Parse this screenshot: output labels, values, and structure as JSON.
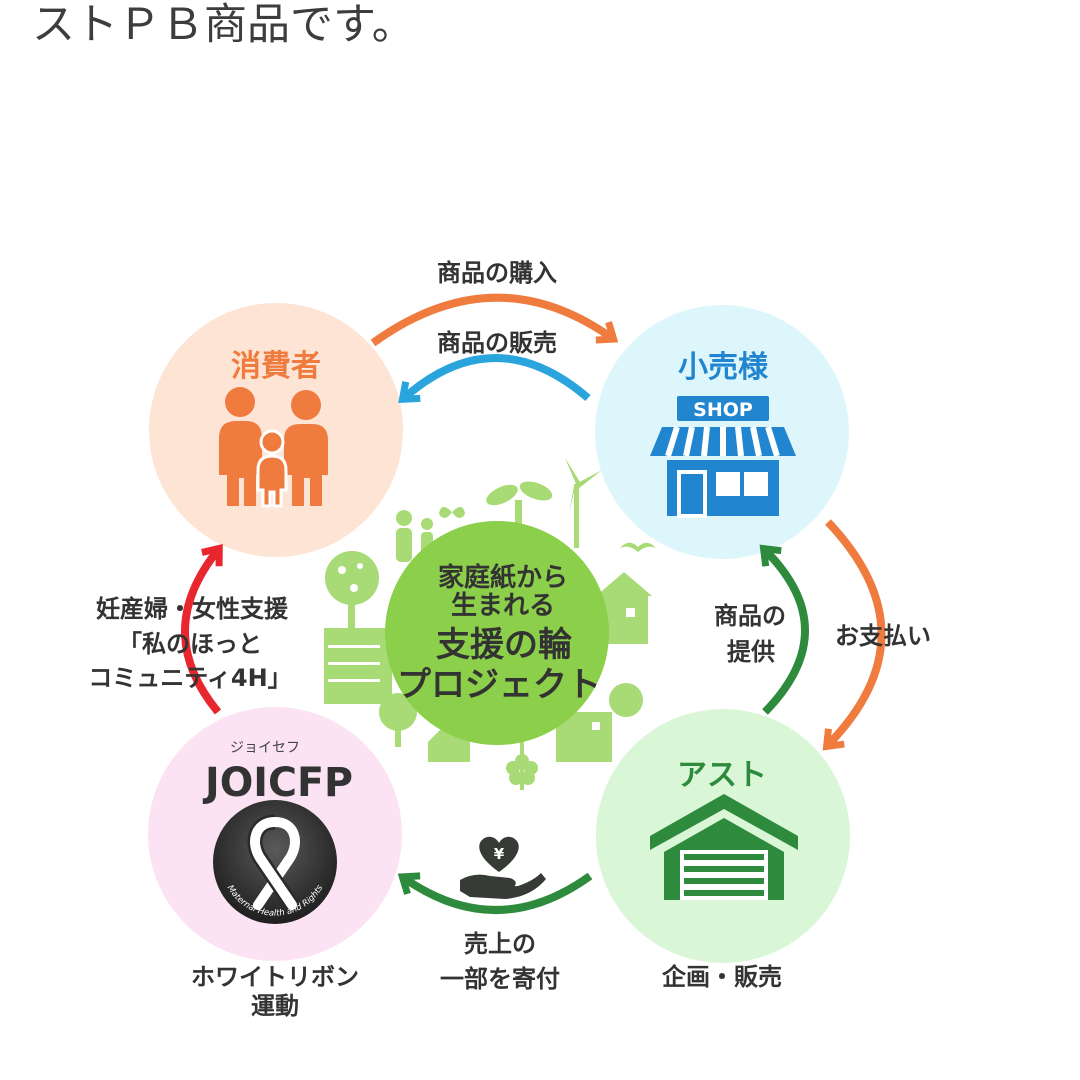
{
  "page": {
    "intro_text": "ストＰＢ商品です。"
  },
  "diagram": {
    "center_text": [
      "家庭紙から",
      "生まれる",
      "支援の輪",
      "プロジェクト"
    ],
    "consumer": {
      "title": "消費者",
      "icon": "family-icon"
    },
    "retailer": {
      "title": "小売様",
      "icon": "shop-icon",
      "sign": "SHOP"
    },
    "joicfp": {
      "kana": "ジョイセフ",
      "logo": "JOICFP",
      "icon": "white-ribbon-icon",
      "ribbon_text": "Maternal Health and Rights",
      "caption": [
        "ホワイトリボン",
        "運動"
      ]
    },
    "ast": {
      "title": "アスト",
      "icon": "warehouse-icon",
      "caption": "企画・販売"
    },
    "flows": {
      "purchase": "商品の購入",
      "sale": "商品の販売",
      "payment": "お支払い",
      "supply": [
        "商品の",
        "提供"
      ],
      "donation": [
        "売上の",
        "一部を寄付"
      ],
      "donation_icon": "hand-heart-yen-icon",
      "donation_symbol": "¥",
      "support": [
        "妊産婦・女性支援",
        "「私のほっと",
        "コミュニティ4H」"
      ]
    }
  },
  "colors": {
    "consumer": "#f07b3f",
    "consumer_bg": "#fde4d4",
    "retailer": "#2186cf",
    "retailer_bg": "#dcf6fc",
    "joicfp_bg": "#fbe3f4",
    "ast": "#2e8a3d",
    "ast_bg": "#d9f6d6",
    "arrow_orange": "#f07b3f",
    "arrow_blue": "#29a4dc",
    "arrow_green": "#2e8a3d",
    "arrow_red": "#e8262d",
    "earth": "#8ccf4a",
    "earth_silhouette": "#a8da76",
    "label_text": "#333333",
    "donation_icon": "#363b36"
  }
}
